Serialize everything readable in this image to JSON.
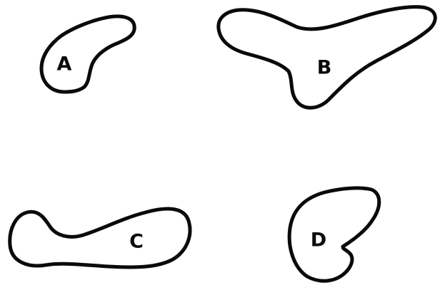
{
  "shapes": [
    {
      "id": "A",
      "label": "A"
    },
    {
      "id": "B",
      "label": "B"
    },
    {
      "id": "C",
      "label": "C"
    },
    {
      "id": "D",
      "label": "D"
    }
  ],
  "colors": {
    "outline": "#0a0a0a",
    "background": "#ffffff"
  }
}
